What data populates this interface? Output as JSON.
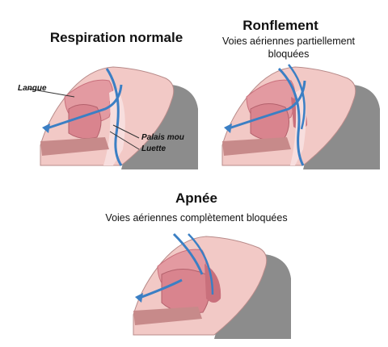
{
  "panels": {
    "normal": {
      "title": "Respiration normale",
      "labels": {
        "tongue": "Langue",
        "soft_palate": "Palais mou",
        "uvula": "Luette"
      }
    },
    "snoring": {
      "title": "Ronflement",
      "subtitle": "Voies aériennes partiellement bloquées"
    },
    "apnea": {
      "title": "Apnée",
      "subtitle": "Voies aériennes complètement bloquées"
    }
  },
  "colors": {
    "skin": "#f2c9c6",
    "tissue": "#e39aa1",
    "tissue_dark": "#c9707c",
    "pillow": "#8c8c8c",
    "airflow": "#3b7fc4"
  }
}
